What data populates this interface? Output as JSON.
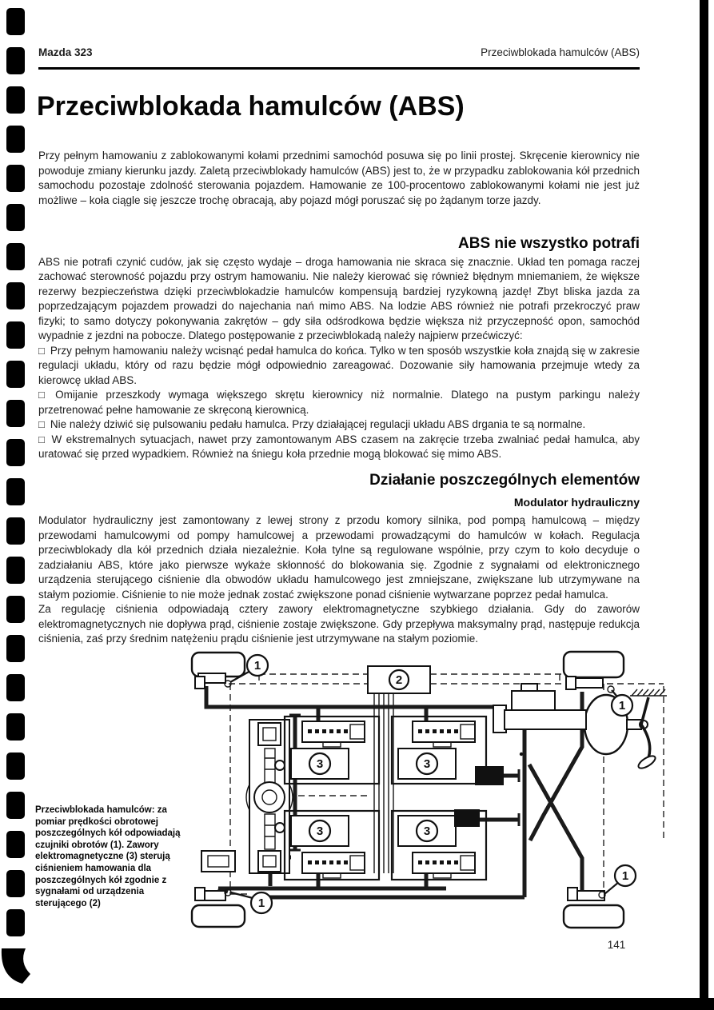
{
  "page": {
    "header_left": "Mazda 323",
    "header_right": "Przeciwblokada hamulców (ABS)",
    "title": "Przeciwblokada hamulców (ABS)",
    "page_number": "141"
  },
  "icons": {
    "checkbox": "□"
  },
  "intro": {
    "text": "Przy pełnym hamowaniu z zablokowanymi kołami przednimi samochód posuwa się po linii prostej. Skręcenie kierownicy nie powoduje zmiany kierunku jazdy. Zaletą przeciwblokady hamulców (ABS) jest to, że w przypadku zablokowania kół przednich samochodu pozostaje zdolność sterowania pojazdem. Hamowanie ze 100-procentowo zablokowanymi kołami nie jest już możliwe – koła ciągle się jeszcze trochę obracają, aby pojazd mógł poruszać się po żądanym torze jazdy."
  },
  "tips": {
    "heading": "ABS nie wszystko potrafi",
    "para1": "ABS nie potrafi czynić cudów, jak się często wydaje – droga hamowania nie skraca się znacznie. Układ ten pomaga raczej zachować sterowność pojazdu przy ostrym hamowaniu.",
    "para2": "Nie należy kierować się również błędnym mniemaniem, że większe rezerwy bezpieczeństwa dzięki przeciwblokadzie hamulców kompensują bardziej ryzykowną jazdę! Zbyt bliska jazda za poprzedzającym pojazdem prowadzi do najechania nań mimo ABS. Na lodzie ABS również nie potrafi przekroczyć praw fizyki; to samo dotyczy pokonywania zakrętów – gdy siła odśrodkowa będzie większa niż przyczepność opon, samochód wypadnie z jezdni na pobocze. Dlatego postępowanie z przeciwblokadą należy najpierw przećwiczyć:",
    "items": [
      "Przy pełnym hamowaniu należy wcisnąć pedał hamulca do końca. Tylko w ten sposób wszystkie koła znajdą się w zakresie regulacji układu, który od razu będzie mógł odpowiednio zareagować. Dozowanie siły hamowania przejmuje wtedy za kierowcę układ ABS.",
      "Omijanie przeszkody wymaga większego skrętu kierownicy niż normalnie. Dlatego na pustym parkingu należy przetrenować pełne hamowanie ze skręconą kierownicą.",
      "Nie należy dziwić się pulsowaniu pedału hamulca. Przy działającej regulacji układu ABS drgania te są normalne.",
      "W ekstremalnych sytuacjach, nawet przy zamontowanym ABS czasem na zakręcie trzeba zwalniać pedał hamulca, aby uratować się przed wypadkiem. Również na śniegu koła przednie mogą blokować się mimo ABS."
    ]
  },
  "elements": {
    "heading": "Działanie poszczególnych elementów",
    "subheading": "Modulator hydrauliczny",
    "para1": "Modulator hydrauliczny jest zamontowany z lewej strony z przodu komory silnika, pod pompą hamulcową – między przewodami hamulcowymi od pompy hamulcowej a przewodami prowadzącymi do hamulców w kołach. Regulacja przeciwblokady dla kół przednich działa niezależnie. Koła tylne są regulowane wspólnie, przy czym to koło decyduje o zadziałaniu ABS, które jako pierwsze wykaże skłonność do blokowania się. Zgodnie z sygnałami od elektronicznego urządzenia sterującego ciśnienie dla obwodów układu hamulcowego jest zmniejszane, zwiększane lub utrzymywane na stałym poziomie. Ciśnienie to nie może jednak zostać zwiększone ponad ciśnienie wytwarzane poprzez pedał hamulca.",
    "para2": "Za regulację ciśnienia odpowiadają cztery zawory elektromagnetyczne szybkiego działania. Gdy do zaworów elektromagnetycznych nie dopływa prąd, ciśnienie zostaje zwiększone. Gdy przepływa maksymalny prąd, następuje redukcja ciśnienia, zaś przy średnim natężeniu prądu ciśnienie jest utrzymywane na stałym poziomie."
  },
  "figure": {
    "caption": "Przeciwblokada hamulców: za pomiar prędkości obrotowej poszczególnych kół odpowiadają czujniki obrotów (1). Zawory elektromagnetyczne (3) sterują ciśnieniem hamowania dla poszczególnych kół zgodnie z sygnałami od urządzenia sterującego (2)",
    "label_sensor": "1",
    "label_ecu": "2",
    "label_valve": "3"
  }
}
